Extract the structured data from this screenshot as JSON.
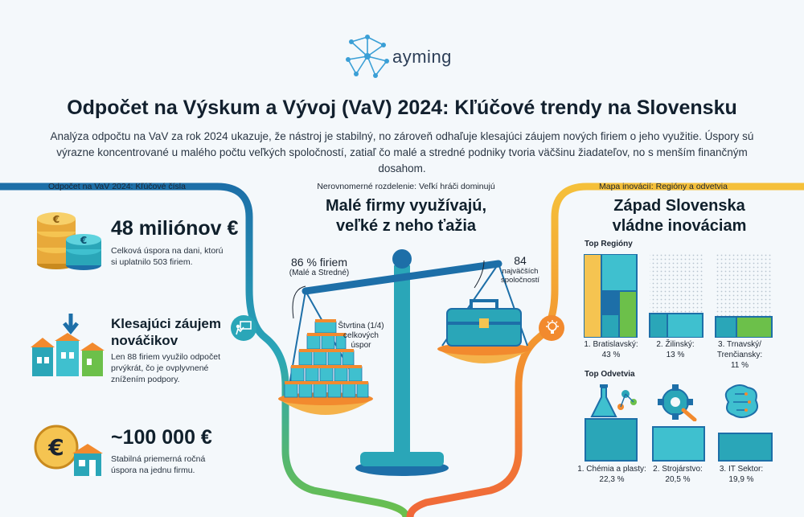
{
  "brand": {
    "name": "ayming"
  },
  "title": "Odpočet na Výskum a Vývoj (VaV) 2024: Kľúčové trendy na Slovensku",
  "subtitle_lines": [
    "Analýza odpočtu na VaV za rok 2024 ukazuje, že nástroj je stabilný, no zároveň odhaľuje klesajúci záujem nových firiem o jeho využitie. Úspory sú",
    "výrazne koncentrované u malého počtu veľkých spoločností, zatiaľ čo malé a stredné podniky tvoria väčšinu žiadateľov, no s menším finančným dosahom."
  ],
  "left": {
    "section_label": "Odpočet na VaV 2024: Kľúčové čísla",
    "stats": [
      {
        "headline": "48 miliónov €",
        "desc_lines": [
          "Celková úspora na dani, ktorú",
          "si uplatnilo 503 firiem."
        ]
      },
      {
        "headline_lines": [
          "Klesajúci záujem",
          "nováčikov"
        ],
        "desc_lines": [
          "Len 88 firiem využilo odpočet",
          "prvýkrát, čo je ovplyvnené",
          "znížením podpory."
        ]
      },
      {
        "headline": "~100 000 €",
        "desc_lines": [
          "Stabilná priemerná ročná",
          "úspora na jednu firmu."
        ]
      }
    ]
  },
  "middle": {
    "section_label": "Nerovnomerné rozdelenie: Veľkí hráči dominujú",
    "heading_lines": [
      "Malé firmy využívajú,",
      "veľké z neho ťažia"
    ],
    "left_pan": {
      "value": "86 % firiem",
      "note": "(Malé a Stredné)",
      "share_lines": [
        "Štvrtina (1/4)",
        "celkových",
        "úspor"
      ]
    },
    "right_pan": {
      "value": "84",
      "note_lines": [
        "najväčších",
        "spoločností"
      ]
    }
  },
  "right": {
    "section_label": "Mapa inovácií: Regióny a odvetvia",
    "heading_lines": [
      "Západ Slovenska",
      "vládne inováciam"
    ],
    "regions_label": "Top Regióny",
    "regions": [
      {
        "name": "1. Bratislavský:",
        "value": "43 %",
        "share": 43
      },
      {
        "name": "2. Žilinský:",
        "value": "13 %",
        "share": 13
      },
      {
        "name": "3. Trnavský/ Trenčiansky:",
        "value": "11 %",
        "share": 11
      }
    ],
    "sectors_label": "Top Odvetvia",
    "sectors": [
      {
        "name": "1. Chémia a plasty:",
        "value": "22,3 %",
        "share": 22.3
      },
      {
        "name": "2. Strojárstvo:",
        "value": "20,5 %",
        "share": 20.5
      },
      {
        "name": "3. IT Sektor:",
        "value": "19,9 %",
        "share": 19.9
      }
    ]
  },
  "colors": {
    "teal": "#2aa6b8",
    "blue": "#1d6fa8",
    "orange": "#f28a2e",
    "green": "#6cc04a",
    "gold": "#e8a93a"
  }
}
